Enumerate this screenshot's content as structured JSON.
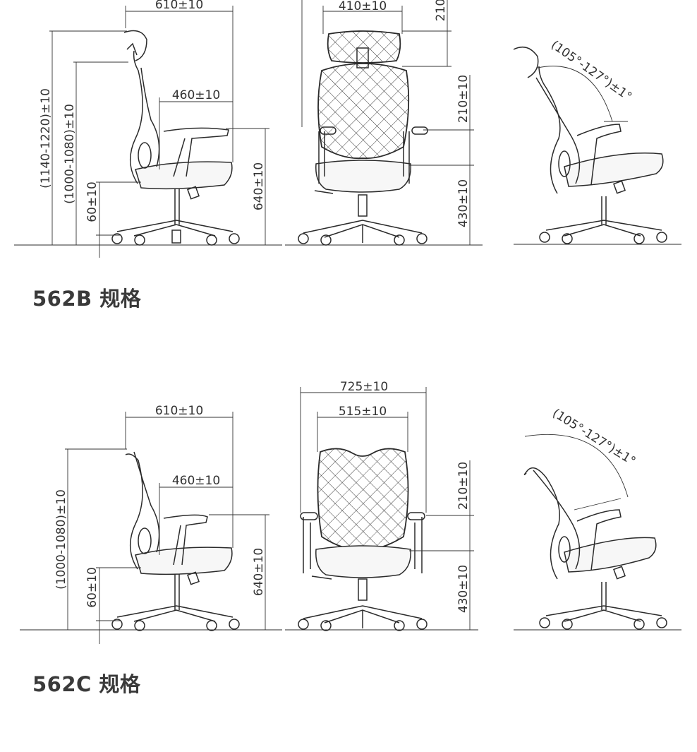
{
  "models": [
    {
      "title": "562B 规格",
      "dimensions": {
        "overall_depth": "610±10",
        "headrest_width": "410±10",
        "headrest_adjust": "210",
        "seat_depth": "460±10",
        "total_height": "(1140-1220)±10",
        "frame_height": "(1000-1080)±10",
        "lift_range": "60±10",
        "armrest_height": "640±10",
        "back_height": "210±10",
        "seat_height": "430±10",
        "recline_angle": "(105°-127°)±1°"
      }
    },
    {
      "title": "562C 规格",
      "dimensions": {
        "overall_width": "725±10",
        "back_width": "515±10",
        "overall_depth": "610±10",
        "seat_depth": "460±10",
        "frame_height": "(1000-1080)±10",
        "lift_range": "60±10",
        "armrest_height": "640±10",
        "back_height": "210±10",
        "seat_height": "430±10",
        "recline_angle": "(105°-127°)±1°"
      }
    }
  ]
}
